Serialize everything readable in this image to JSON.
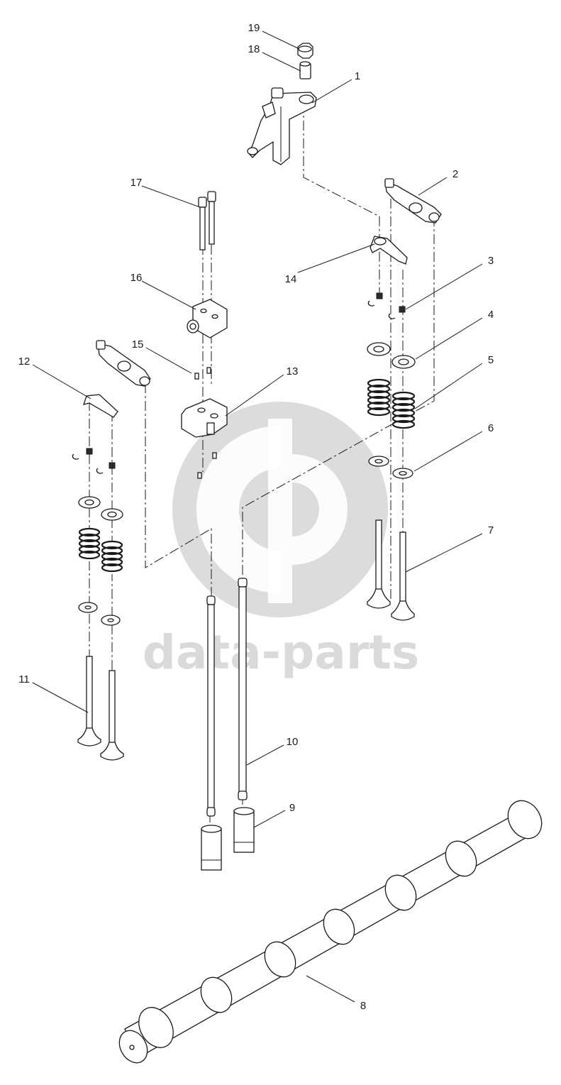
{
  "watermark": {
    "text": "data-parts",
    "color": "#dadada"
  },
  "callouts": [
    "1",
    "2",
    "3",
    "4",
    "5",
    "6",
    "7",
    "8",
    "9",
    "10",
    "11",
    "12",
    "13",
    "14",
    "15",
    "16",
    "17",
    "18",
    "19"
  ],
  "colors": {
    "line": "#1a1a1a",
    "background": "#ffffff"
  }
}
